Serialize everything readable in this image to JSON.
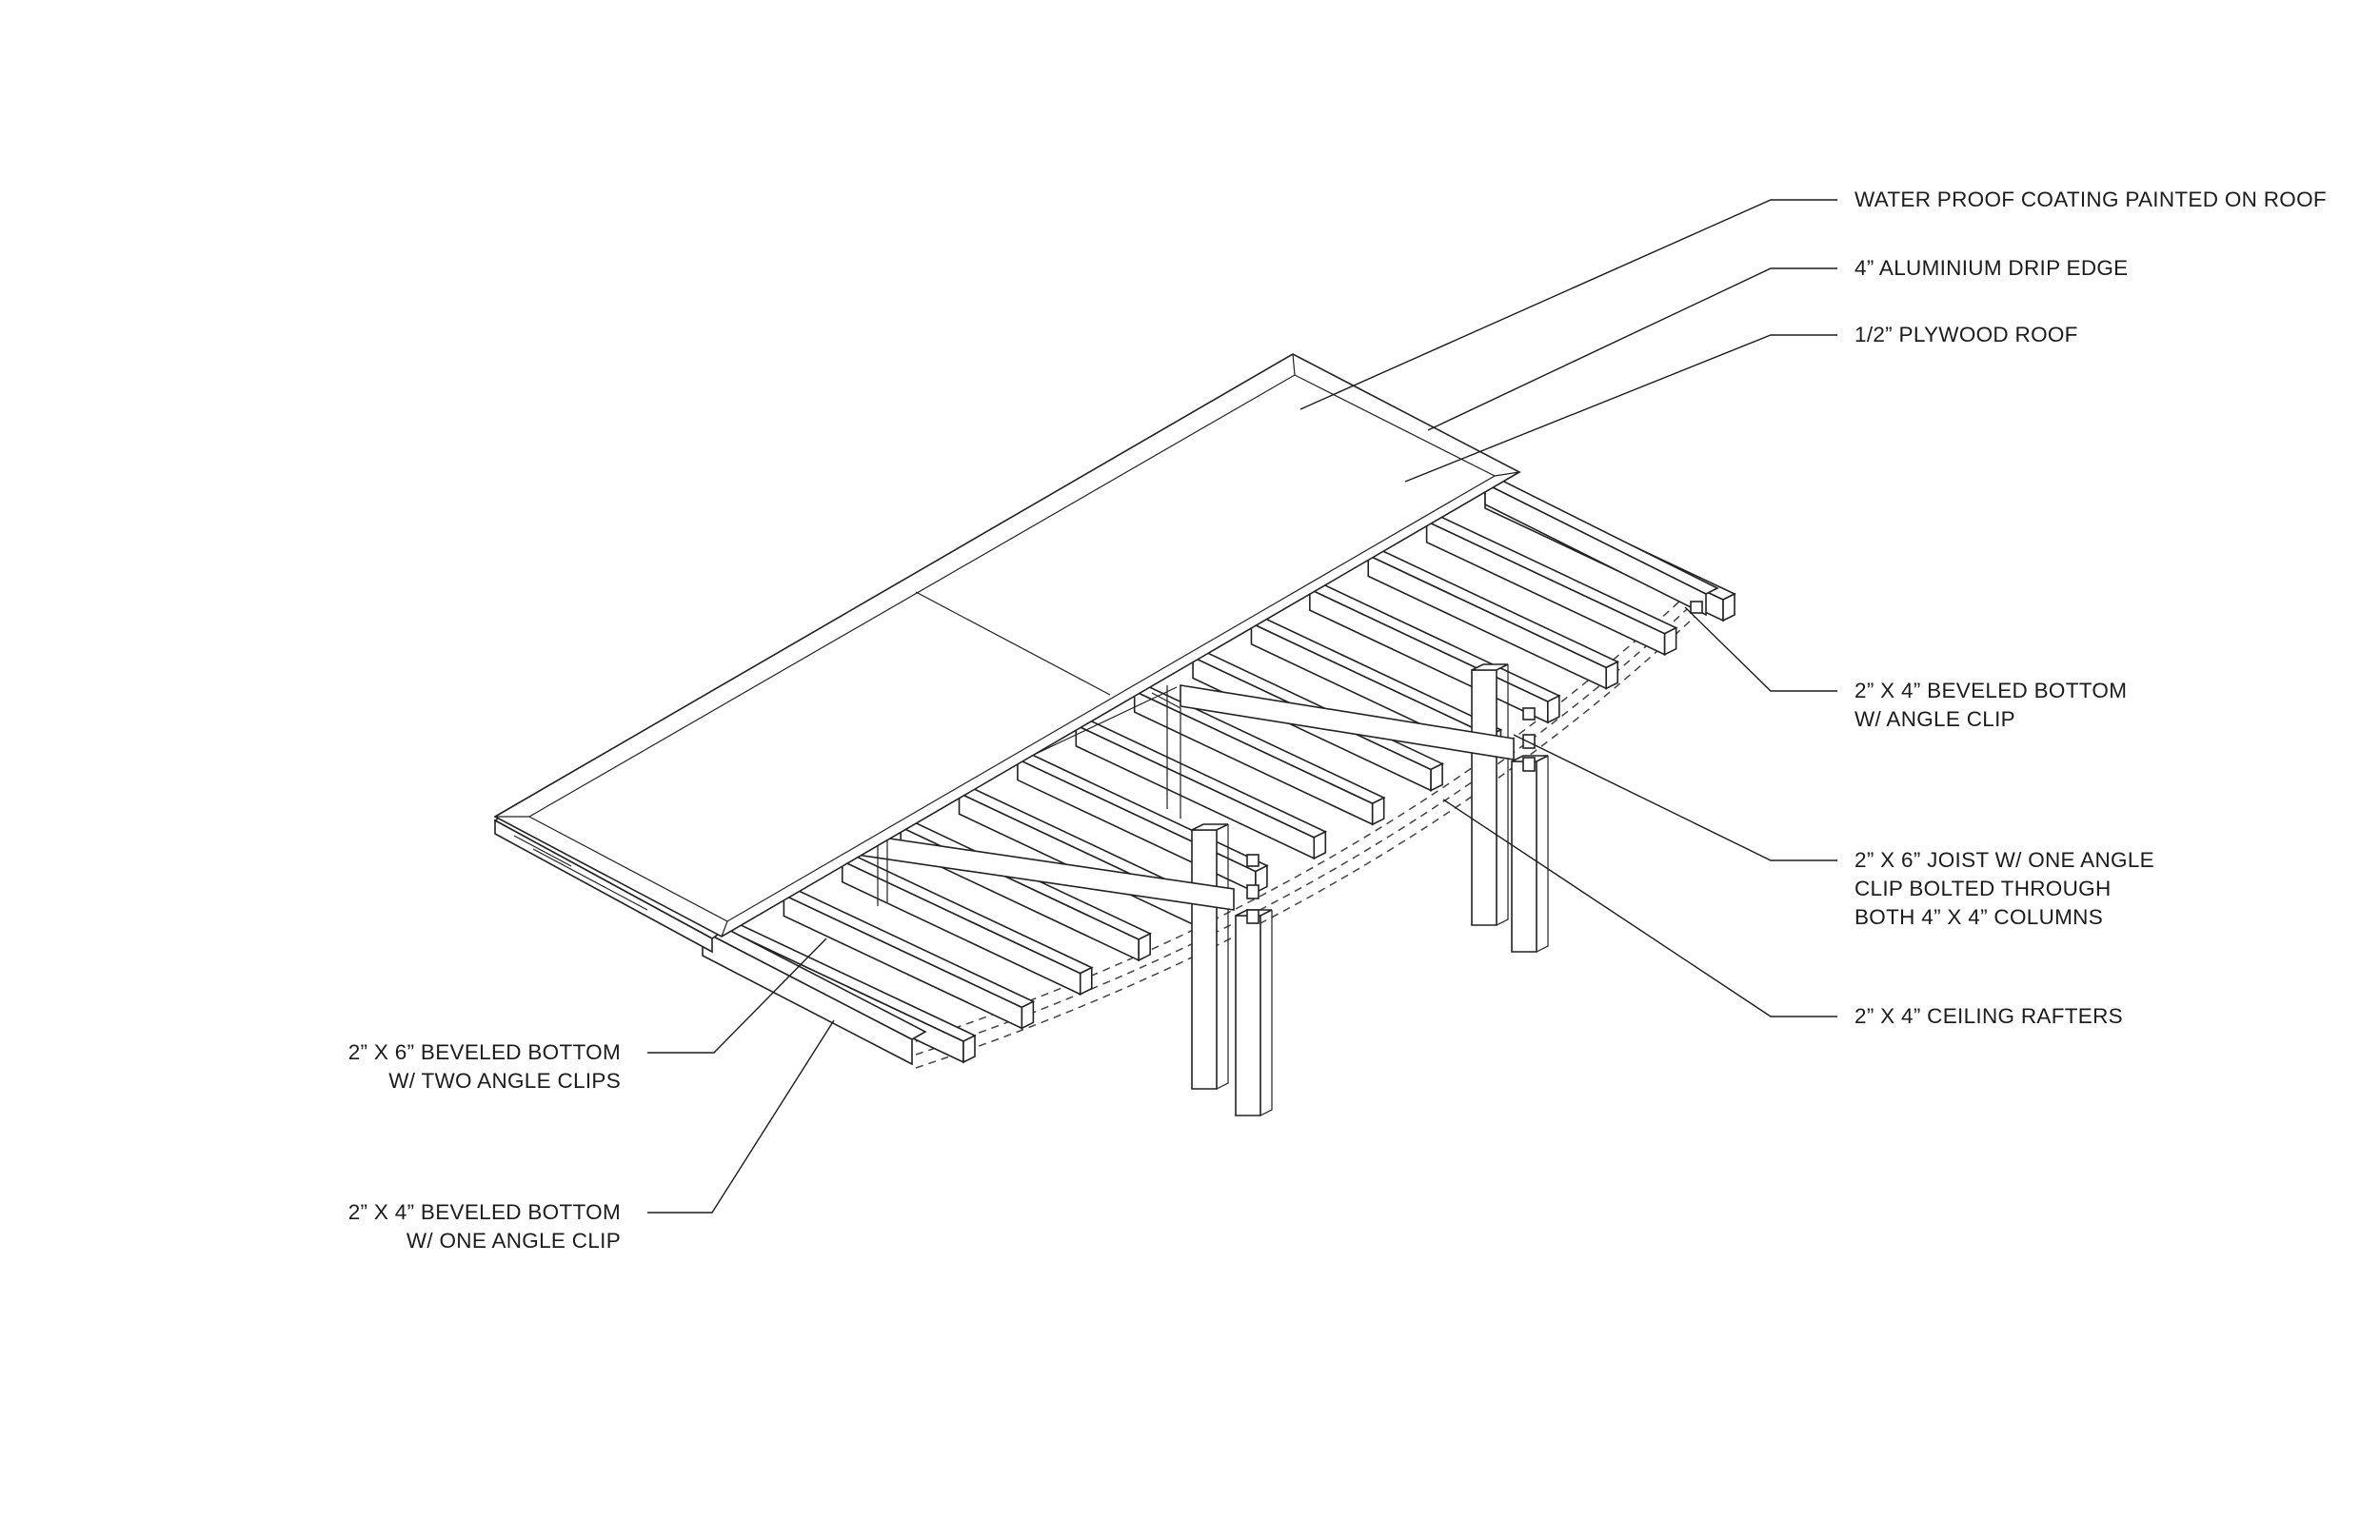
{
  "labels": {
    "waterproof": "WATER PROOF COATING PAINTED ON ROOF",
    "drip_edge": "4” ALUMINIUM DRIP EDGE",
    "plywood": "1/2” PLYWOOD ROOF",
    "beveled_2x4_angle_line1": "2” X 4” BEVELED BOTTOM",
    "beveled_2x4_angle_line2": "W/ ANGLE CLIP",
    "joist_line1": "2” X 6” JOIST W/ ONE ANGLE",
    "joist_line2": "CLIP BOLTED THROUGH",
    "joist_line3": "BOTH 4” X 4” COLUMNS",
    "ceiling_rafters": "2” X 4” CEILING RAFTERS",
    "beveled_2x6_line1": "2” X 6” BEVELED BOTTOM",
    "beveled_2x6_line2": "W/ TWO ANGLE CLIPS",
    "beveled_2x4_one_line1": "2” X 4” BEVELED BOTTOM",
    "beveled_2x4_one_line2": "W/ ONE ANGLE CLIP"
  },
  "colors": {
    "ink": "#1c1c1c",
    "background": "#ffffff"
  }
}
